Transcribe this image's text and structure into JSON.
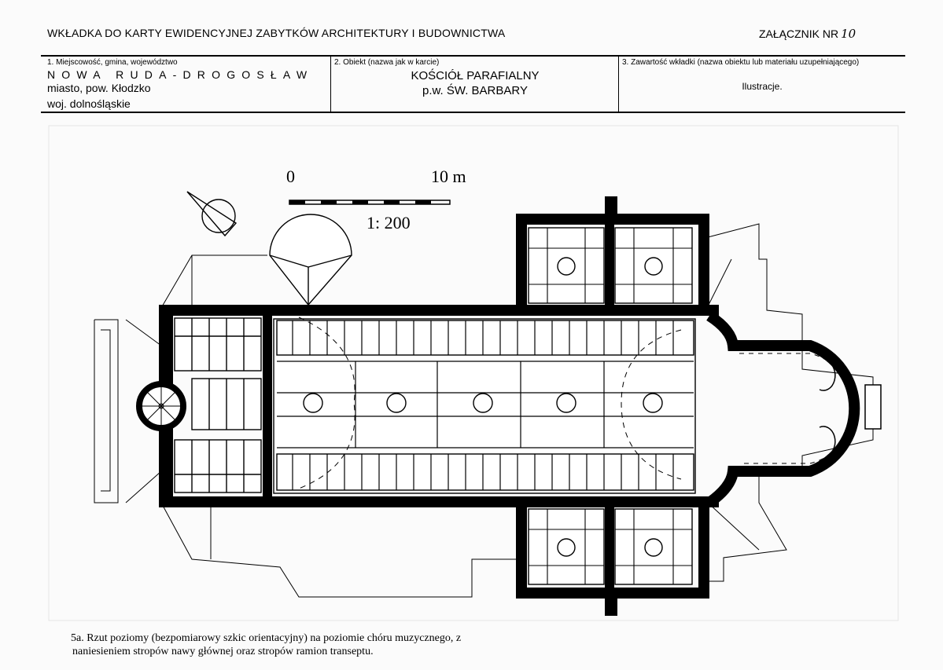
{
  "header": {
    "title": "WKŁADKA DO KARTY EWIDENCYJNEJ ZABYTKÓW ARCHITEKTURY I BUDOWNICTWA",
    "annex_label": "ZAŁĄCZNIK NR",
    "annex_number": "10"
  },
  "fields": {
    "location": {
      "label": "1. Miejscowość, gmina, województwo",
      "line1": "NOWA RUDA-DROGOSŁAW",
      "line2": "miasto, pow. Kłodzko",
      "line3": "woj. dolnośląskie"
    },
    "object": {
      "label": "2. Obiekt (nazwa jak w karcie)",
      "line1": "KOŚCIÓŁ PARAFIALNY",
      "line2": "p.w. ŚW. BARBARY"
    },
    "contents": {
      "label": "3. Zawartość wkładki (nazwa obiektu lub materiału uzupełniającego)",
      "value": "Ilustracje."
    }
  },
  "drawing": {
    "scale_start": "0",
    "scale_end": "10 m",
    "scale_ratio": "1: 200"
  },
  "caption": {
    "line1": "5a. Rzut poziomy (bezpomiarowy szkic orientacyjny) na poziomie chóru muzycznego, z",
    "line2": "naniesieniem  stropów nawy głównej oraz   stropów ramion transeptu."
  }
}
